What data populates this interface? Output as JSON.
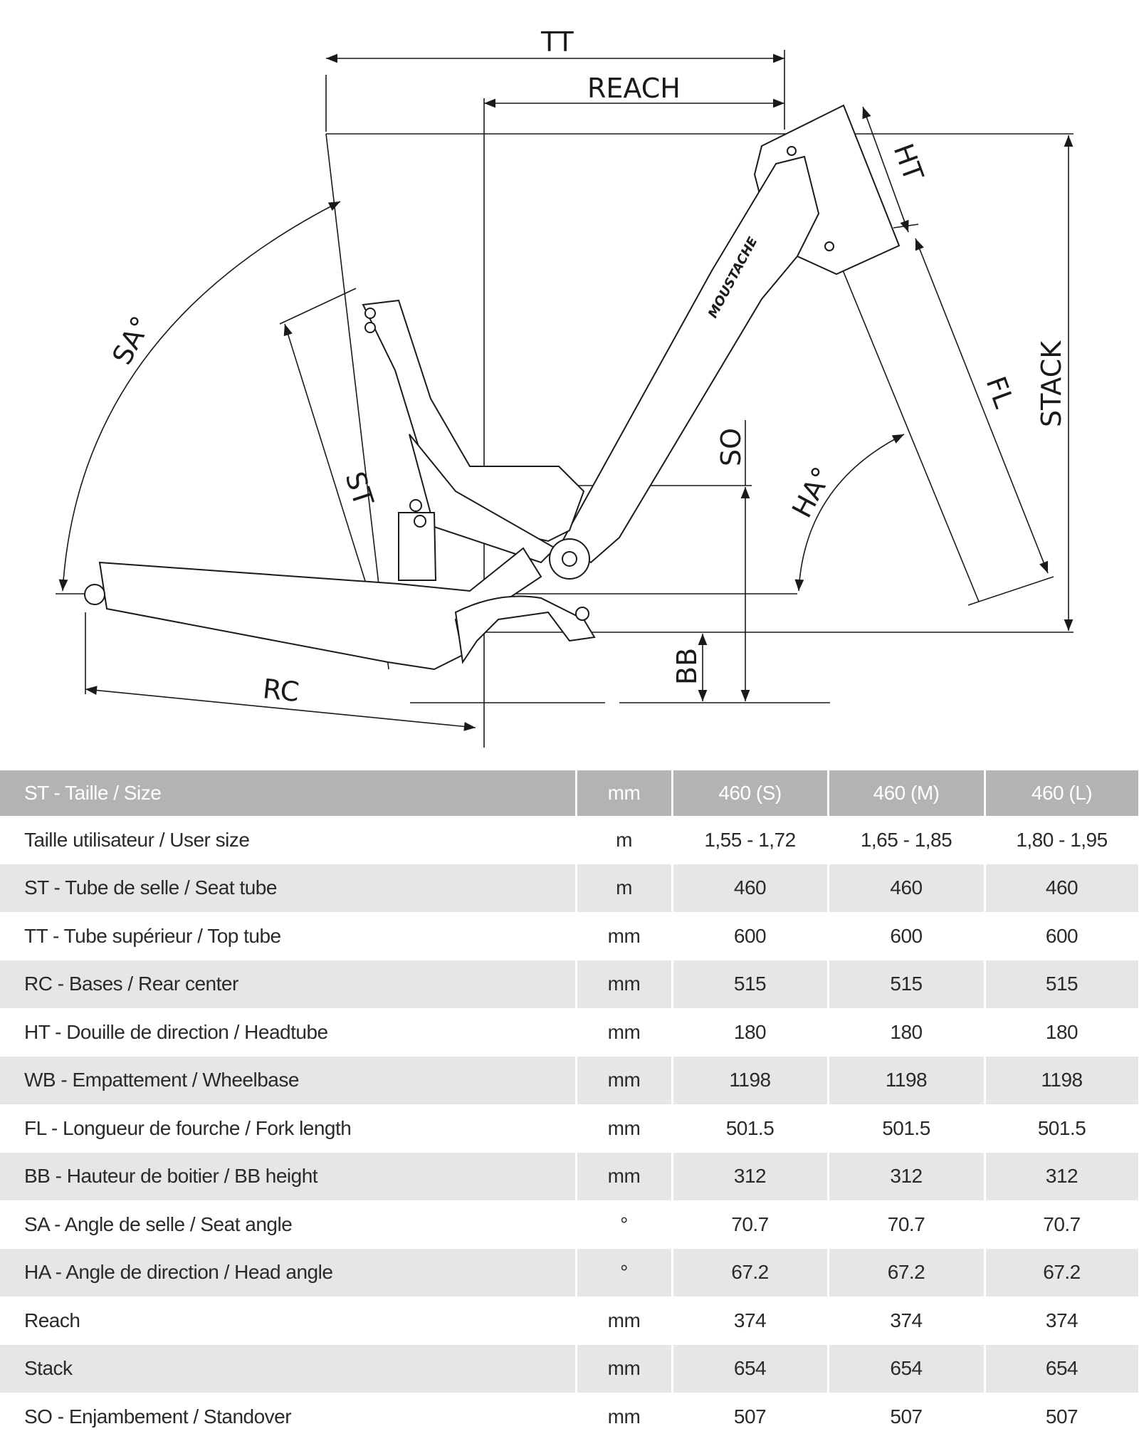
{
  "diagram": {
    "labels": {
      "tt": "TT",
      "reach": "REACH",
      "ht": "HT",
      "stack": "STACK",
      "fl": "FL",
      "so": "SO",
      "ha": "HA°",
      "sa": "SA°",
      "st": "ST",
      "rc": "RC",
      "bb": "BB"
    },
    "logo": "MOUSTACHE"
  },
  "table": {
    "header": [
      "ST - Taille / Size",
      "mm",
      "460 (S)",
      "460 (M)",
      "460 (L)"
    ],
    "rows": [
      [
        "Taille utilisateur / User size",
        "m",
        "1,55 - 1,72",
        "1,65 - 1,85",
        "1,80 - 1,95"
      ],
      [
        "ST - Tube de selle / Seat tube",
        "m",
        "460",
        "460",
        "460"
      ],
      [
        "TT - Tube supérieur / Top tube",
        "mm",
        "600",
        "600",
        "600"
      ],
      [
        "RC - Bases / Rear center",
        "mm",
        "515",
        "515",
        "515"
      ],
      [
        "HT - Douille de direction / Headtube",
        "mm",
        "180",
        "180",
        "180"
      ],
      [
        "WB - Empattement / Wheelbase",
        "mm",
        "1198",
        "1198",
        "1198"
      ],
      [
        "FL - Longueur de fourche / Fork length",
        "mm",
        "501.5",
        "501.5",
        "501.5"
      ],
      [
        "BB - Hauteur de boitier / BB height",
        "mm",
        "312",
        "312",
        "312"
      ],
      [
        "SA - Angle de selle / Seat angle",
        "°",
        "70.7",
        "70.7",
        "70.7"
      ],
      [
        "HA - Angle de direction / Head angle",
        "°",
        "67.2",
        "67.2",
        "67.2"
      ],
      [
        "Reach",
        "mm",
        "374",
        "374",
        "374"
      ],
      [
        "Stack",
        "mm",
        "654",
        "654",
        "654"
      ],
      [
        "SO - Enjambement / Standover",
        "mm",
        "507",
        "507",
        "507"
      ]
    ]
  }
}
